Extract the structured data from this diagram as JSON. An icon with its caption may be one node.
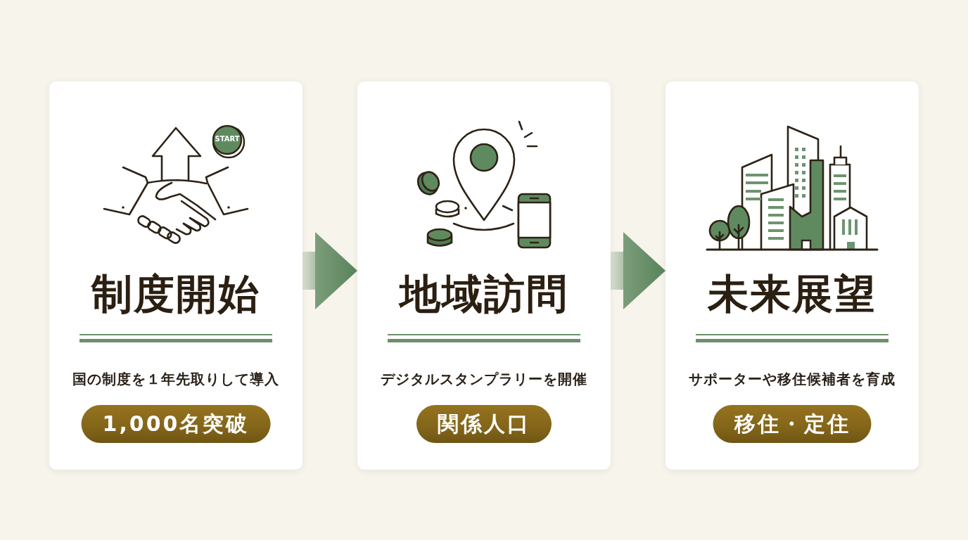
{
  "diagram": {
    "nodes": [
      {
        "text": [
          "制度開始",
          "国の制度を１年先取りして導入",
          "1,000名突破"
        ]
      },
      {
        "text": [
          "地域訪問",
          "デジタルスタンプラリーを開催",
          "関係人口"
        ]
      },
      {
        "text": [
          "未来展望",
          "サポーターや移住候補者を育成",
          "移住・定住"
        ]
      }
    ],
    "edges": [
      {
        "from": 0,
        "to": 1,
        "arrow": "to"
      },
      {
        "from": 1,
        "to": 2,
        "arrow": "to"
      }
    ],
    "labels": [
      "START"
    ]
  }
}
